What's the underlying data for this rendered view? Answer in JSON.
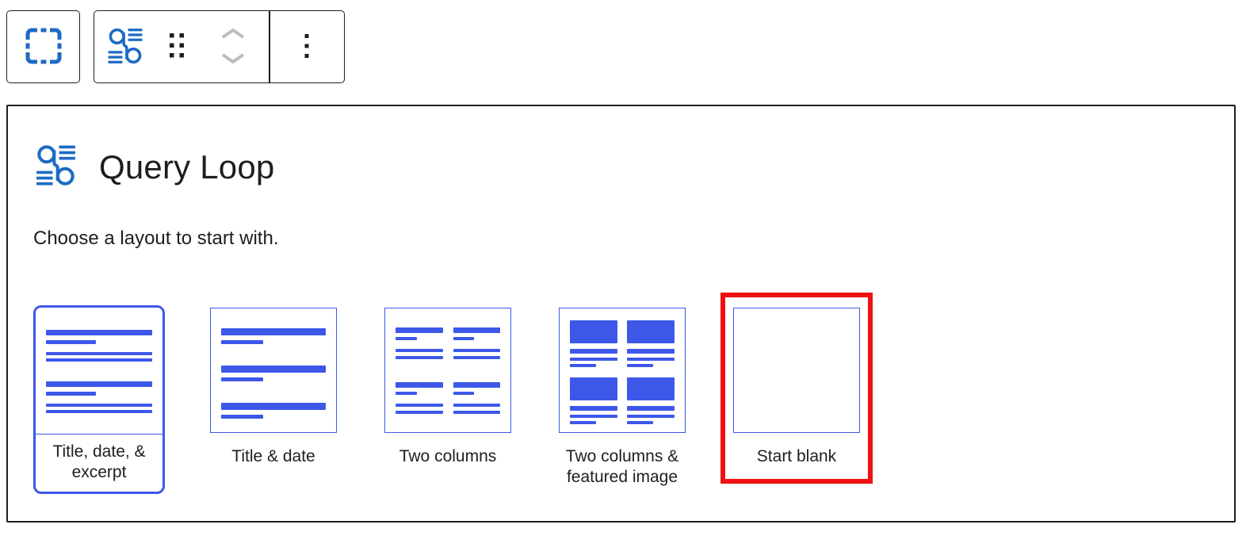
{
  "colors": {
    "accent_blue": "#3d58e8",
    "icon_blue": "#1d6ac4",
    "annotation_red": "#ef1111",
    "disabled_gray": "#bcbcbc",
    "border_dark": "#1e1e1e"
  },
  "toolbar": {
    "select_parent_icon": "dashed-square-icon",
    "block_icon": "query-loop-icon",
    "drag_icon": "six-dots-drag-icon",
    "move_up_icon": "chevron-up-icon",
    "move_down_icon": "chevron-down-icon",
    "options_icon": "three-dots-vertical-icon"
  },
  "panel": {
    "title": "Query Loop",
    "subtitle": "Choose a layout to start with.",
    "layouts": [
      {
        "label": "Title, date, & excerpt",
        "selected": true,
        "annotated": false
      },
      {
        "label": "Title & date",
        "selected": false,
        "annotated": false
      },
      {
        "label": "Two columns",
        "selected": false,
        "annotated": false
      },
      {
        "label": "Two columns & featured image",
        "selected": false,
        "annotated": false
      },
      {
        "label": "Start blank",
        "selected": false,
        "annotated": true
      }
    ]
  }
}
